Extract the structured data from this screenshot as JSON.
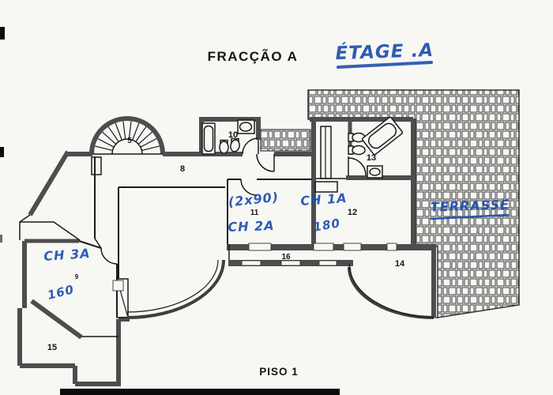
{
  "title": {
    "printed": "FRACÇÃO A",
    "handwritten": "ÉTAGE .A"
  },
  "footer": {
    "floor_label": "PISO 1"
  },
  "room_numbers": {
    "r5": "5",
    "r8": "8",
    "r9": "9",
    "r10": "10",
    "r11": "11",
    "r12": "12",
    "r13": "13",
    "r14": "14",
    "r15": "15",
    "r16": "16"
  },
  "handwritten_notes": {
    "room11_beds": "(2x90)",
    "room11_name": "CH 2A",
    "room12_name": "CH 1A",
    "room12_size": "180",
    "room9_name": "CH 3A",
    "room9_size": "160",
    "terrace": "TERRASSE"
  },
  "colors": {
    "ink_blue": "#1d4fae",
    "wall_gray": "#4d4d4d",
    "paper": "#f7f7f4",
    "line_black": "#1a1a1a"
  }
}
